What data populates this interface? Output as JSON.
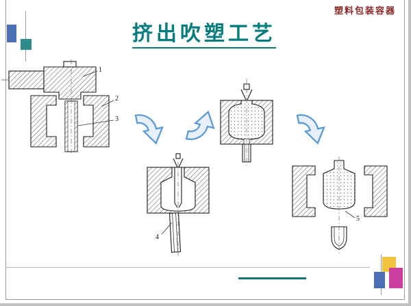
{
  "slide": {
    "brand": "塑料包装容器",
    "title": "挤出吹塑工艺"
  },
  "diagram": {
    "labels": [
      "1",
      "2",
      "3",
      "4",
      "5"
    ]
  },
  "colors": {
    "title_teal": "#067d7d",
    "brand_red": "#8b2525",
    "arrow_fill": "#e8f1fb",
    "arrow_stroke": "#5b9bd5",
    "accent_blue": "#4a6fb5",
    "accent_teal": "#2e8b8b",
    "accent_yellow": "#f2c43d",
    "accent_magenta": "#cc3e9e",
    "footer_bar_teal": "#157575"
  }
}
